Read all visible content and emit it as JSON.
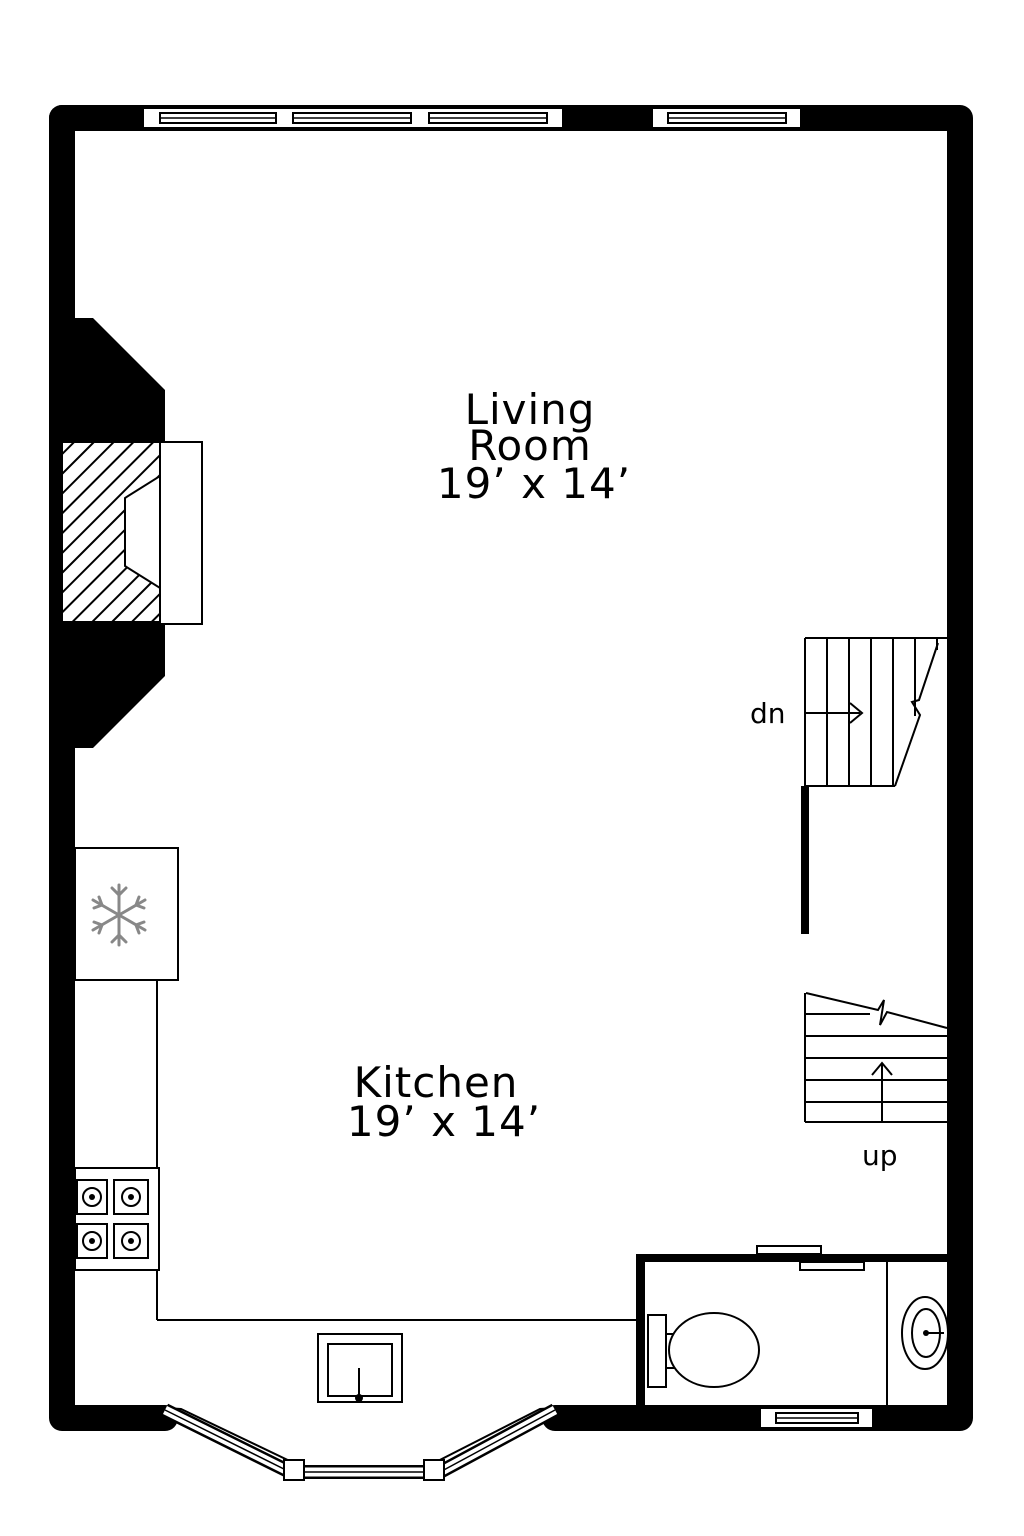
{
  "rooms": {
    "living": {
      "name_line1": "Living",
      "name_line2": "Room",
      "size": "19’ x 14’"
    },
    "kitchen": {
      "name": "Kitchen",
      "size": "19’ x 14’"
    }
  },
  "stairs": {
    "down_label": "dn",
    "up_label": "up"
  },
  "colors": {
    "wall": "#000000",
    "background": "#ffffff",
    "window": "#ffffff",
    "fixture_icon": "#888888"
  }
}
